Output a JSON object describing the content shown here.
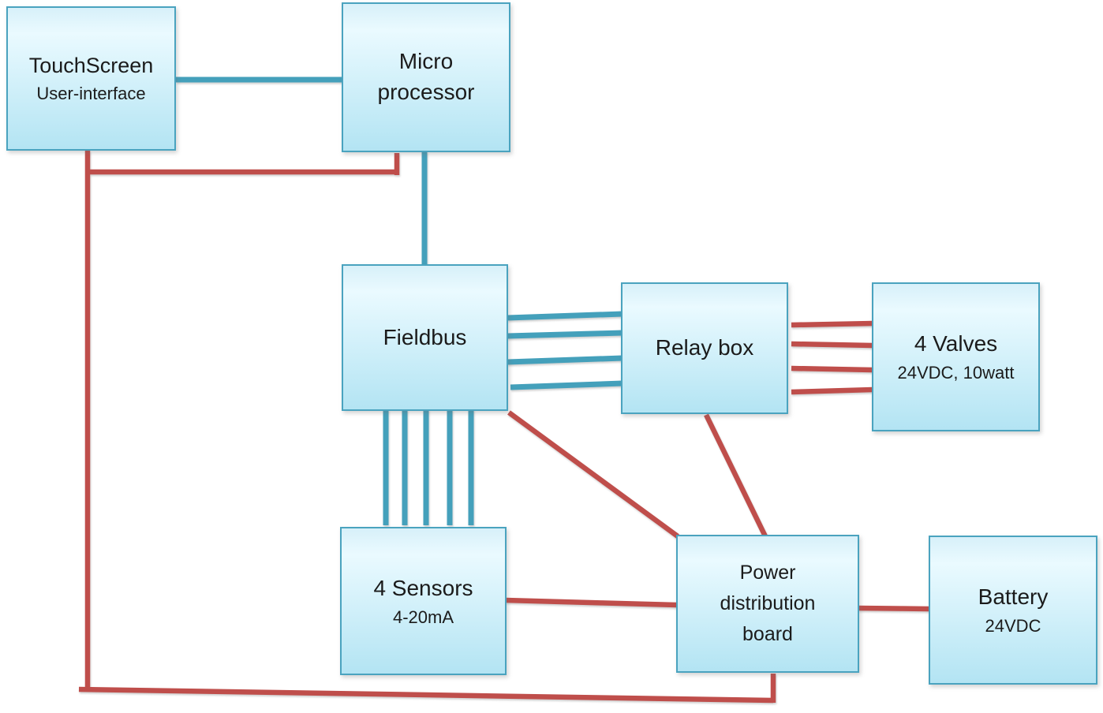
{
  "nodes": {
    "touchscreen": {
      "title": "TouchScreen",
      "subtitle": "User-interface"
    },
    "microprocessor": {
      "title": "Micro\nprocessor"
    },
    "fieldbus": {
      "title": "Fieldbus"
    },
    "relaybox": {
      "title": "Relay box"
    },
    "valves": {
      "title": "4 Valves",
      "subtitle": "24VDC, 10watt"
    },
    "sensors": {
      "title": "4 Sensors",
      "subtitle": "4-20mA"
    },
    "powerboard": {
      "title": "Power\ndistribution\nboard"
    },
    "battery": {
      "title": "Battery",
      "subtitle": "24VDC"
    }
  },
  "colors": {
    "bus_line": "#44a0bb",
    "power_line": "#bf4e4b",
    "box_border": "#4aa3bf",
    "box_fill_edge": "#d7f0f9",
    "box_fill_top": "#eafaff",
    "box_fill_bottom": "#b3e4f3",
    "label_text": "#1b1b1b"
  }
}
